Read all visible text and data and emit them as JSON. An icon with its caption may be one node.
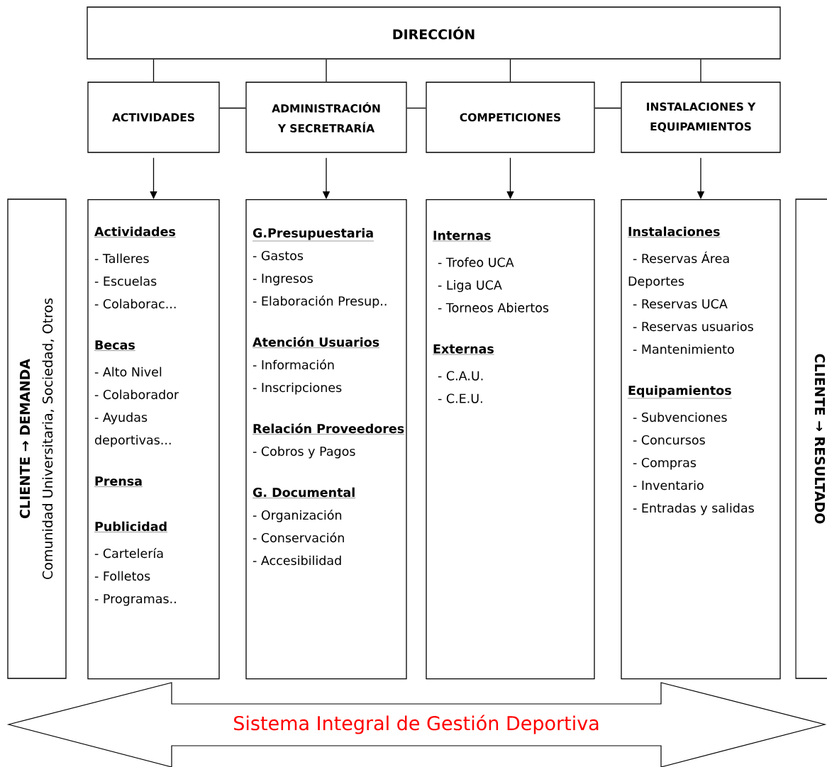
{
  "diagram": {
    "nodes": [
      {
        "text": [
          "DIRECCIÓN"
        ]
      },
      {
        "text": [
          "ACTIVIDADES"
        ]
      },
      {
        "text": [
          "ADMINISTRACIÓN Y SECRETRARÍA"
        ]
      },
      {
        "text": [
          "COMPETICIONES"
        ]
      },
      {
        "text": [
          "INSTALACIONES Y EQUIPAMIENTOS"
        ]
      },
      {
        "text": [
          "CLIENTE → DEMANDA",
          "Comunidad Universitaria, Sociedad, Otros"
        ]
      },
      {
        "text": [
          "Actividades",
          "- Talleres",
          "- Escuelas",
          "- Colaborac...",
          "Becas",
          "- Alto Nivel",
          "- Colaborador",
          "- Ayudas deportivas...",
          "Prensa",
          "Publicidad",
          "- Cartelería",
          "- Folletos",
          "- Programas.."
        ]
      },
      {
        "text": [
          "G.Presupuestaria",
          "- Gastos",
          "- Ingresos",
          "- Elaboración Presup..",
          "Atención Usuarios",
          "- Información",
          "- Inscripciones",
          "Relación Proveedores",
          "- Cobros y Pagos",
          "G. Documental",
          "- Organización",
          "- Conservación",
          "- Accesibilidad"
        ]
      },
      {
        "text": [
          "Internas",
          "- Trofeo UCA",
          "- Liga UCA",
          "- Torneos Abiertos",
          "Externas",
          "- C.A.U.",
          "- C.E.U."
        ]
      },
      {
        "text": [
          "Instalaciones",
          "- Reservas Área Deportes",
          "- Reservas UCA",
          "- Reservas usuarios",
          "- Mantenimiento",
          "Equipamientos",
          "- Subvenciones",
          "- Concursos",
          "- Compras",
          "- Inventario",
          "- Entradas y salidas"
        ]
      },
      {
        "text": [
          "CLIENTE → RESULTADO"
        ]
      },
      {
        "text": [
          "Sistema Integral de Gestión Deportiva"
        ]
      }
    ],
    "edges": [
      {
        "from": 0,
        "to": 1,
        "arrow": "none"
      },
      {
        "from": 0,
        "to": 2,
        "arrow": "none"
      },
      {
        "from": 0,
        "to": 3,
        "arrow": "none"
      },
      {
        "from": 0,
        "to": 4,
        "arrow": "none"
      },
      {
        "from": 1,
        "to": 2,
        "arrow": "none"
      },
      {
        "from": 2,
        "to": 3,
        "arrow": "none"
      },
      {
        "from": 3,
        "to": 4,
        "arrow": "none"
      },
      {
        "from": 1,
        "to": 6,
        "arrow": "to"
      },
      {
        "from": 2,
        "to": 7,
        "arrow": "to"
      },
      {
        "from": 3,
        "to": 8,
        "arrow": "to"
      },
      {
        "from": 4,
        "to": 9,
        "arrow": "to"
      }
    ]
  }
}
